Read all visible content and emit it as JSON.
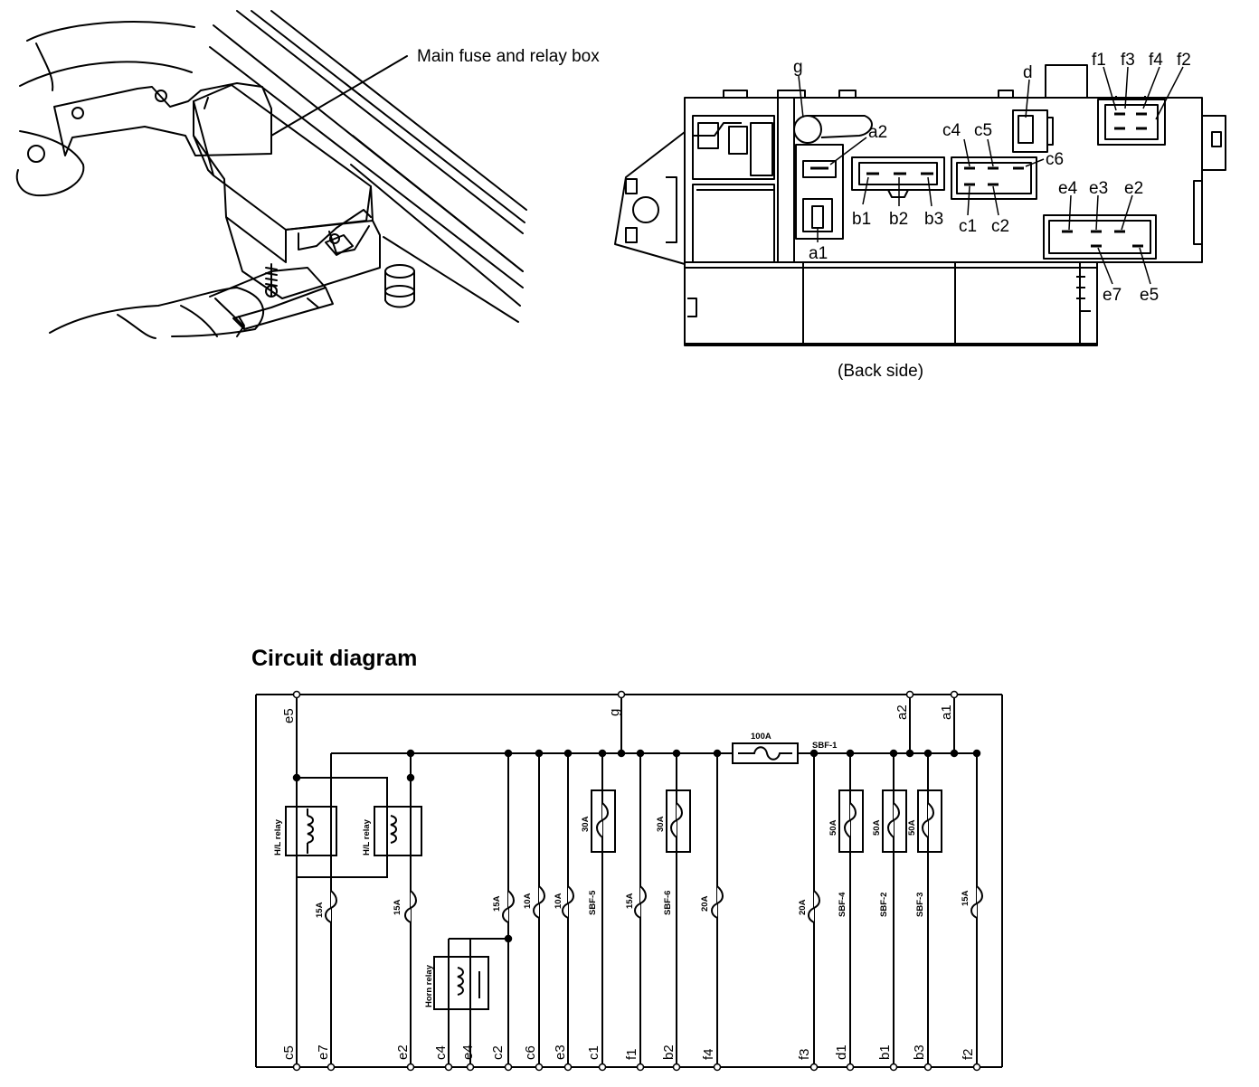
{
  "engine_bay": {
    "callout": "Main fuse and relay box"
  },
  "back_view": {
    "caption": "(Back side)",
    "terminals": {
      "g": "g",
      "a1": "a1",
      "a2": "a2",
      "b1": "b1",
      "b2": "b2",
      "b3": "b3",
      "c1": "c1",
      "c2": "c2",
      "c4": "c4",
      "c5": "c5",
      "c6": "c6",
      "d": "d",
      "e2": "e2",
      "e3": "e3",
      "e4": "e4",
      "e5": "e5",
      "e7": "e7",
      "f1": "f1",
      "f2": "f2",
      "f3": "f3",
      "f4": "f4"
    }
  },
  "circuit": {
    "title": "Circuit diagram",
    "top_labels": {
      "e5": "e5",
      "g": "g",
      "a2": "a2",
      "a1": "a1"
    },
    "main_fuse": {
      "rating": "100A",
      "name": "SBF-1"
    },
    "relays": {
      "hl_left": "H/L relay",
      "hl_right": "H/L relay",
      "horn": "Horn relay"
    },
    "boxed_fuses": {
      "sbf5": {
        "rating": "30A",
        "name": "SBF-5"
      },
      "sbf6": {
        "rating": "30A",
        "name": "SBF-6"
      },
      "sbf4": {
        "rating": "50A",
        "name": "SBF-4"
      },
      "sbf2": {
        "rating": "50A",
        "name": "SBF-2"
      },
      "sbf3": {
        "rating": "50A",
        "name": "SBF-3"
      }
    },
    "fuses": {
      "f_e7": "15A",
      "f_e2": "15A",
      "f_c2": "15A",
      "f_c6": "10A",
      "f_e3": "10A",
      "f_f1": "15A",
      "f_f4": "20A",
      "f_f3": "20A",
      "f_f2": "15A"
    },
    "bottom_labels": {
      "c5": "c5",
      "e7": "e7",
      "e2": "e2",
      "c4": "c4",
      "e4": "e4",
      "c2": "c2",
      "c6": "c6",
      "e3": "e3",
      "c1": "c1",
      "f1": "f1",
      "b2": "b2",
      "f4": "f4",
      "f3": "f3",
      "d1": "d1",
      "b1": "b1",
      "b3": "b3",
      "f2": "f2"
    }
  }
}
